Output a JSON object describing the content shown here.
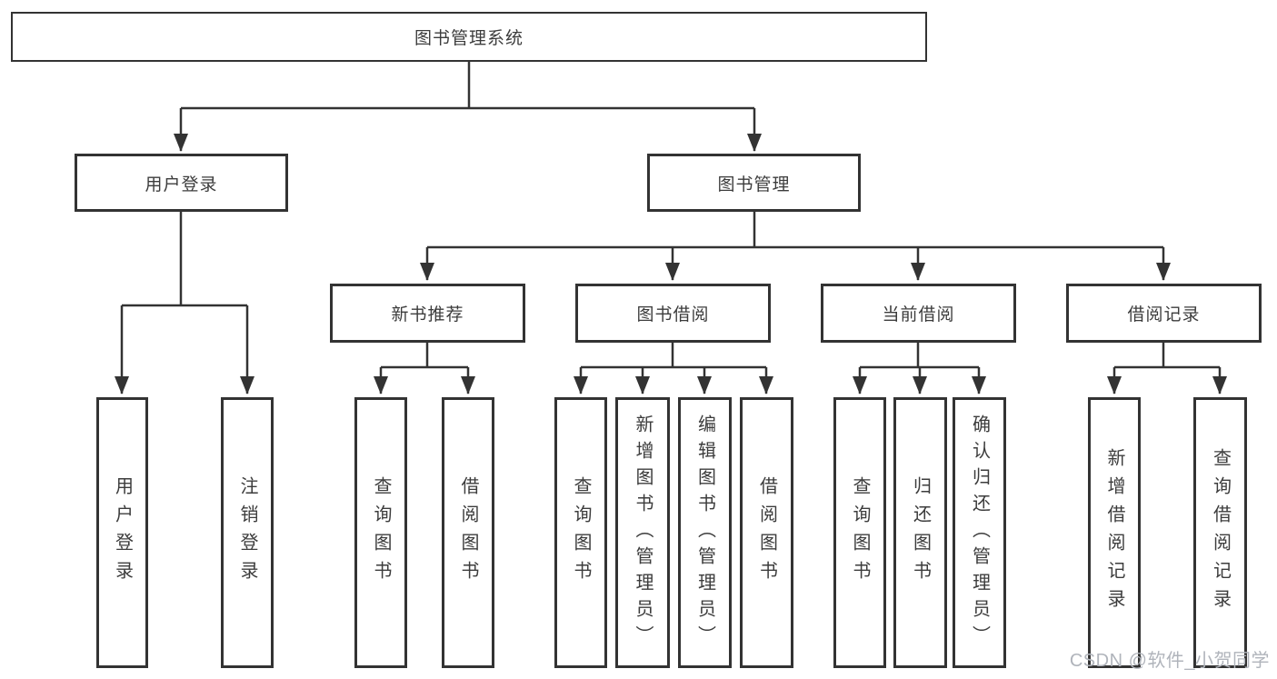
{
  "tree": {
    "root": {
      "label": "图书管理系统"
    },
    "branches": [
      {
        "label": "用户登录",
        "children": [
          {
            "label": "用户登录"
          },
          {
            "label": "注销登录"
          }
        ]
      },
      {
        "label": "图书管理",
        "children": [
          {
            "label": "新书推荐",
            "children": [
              {
                "label": "查询图书"
              },
              {
                "label": "借阅图书"
              }
            ]
          },
          {
            "label": "图书借阅",
            "children": [
              {
                "label": "查询图书"
              },
              {
                "label": "新增图书（管理员）"
              },
              {
                "label": "编辑图书（管理员）"
              },
              {
                "label": "借阅图书"
              }
            ]
          },
          {
            "label": "当前借阅",
            "children": [
              {
                "label": "查询图书"
              },
              {
                "label": "归还图书"
              },
              {
                "label": "确认归还（管理员）"
              }
            ]
          },
          {
            "label": "借阅记录",
            "children": [
              {
                "label": "新增借阅记录"
              },
              {
                "label": "查询借阅记录"
              }
            ]
          }
        ]
      }
    ]
  },
  "watermark": {
    "text": "CSDN @软件_小贺同学"
  },
  "colors": {
    "line": "#333333",
    "text": "#3c3c3c",
    "background": "#ffffff",
    "watermark": "#b0b4bb"
  }
}
